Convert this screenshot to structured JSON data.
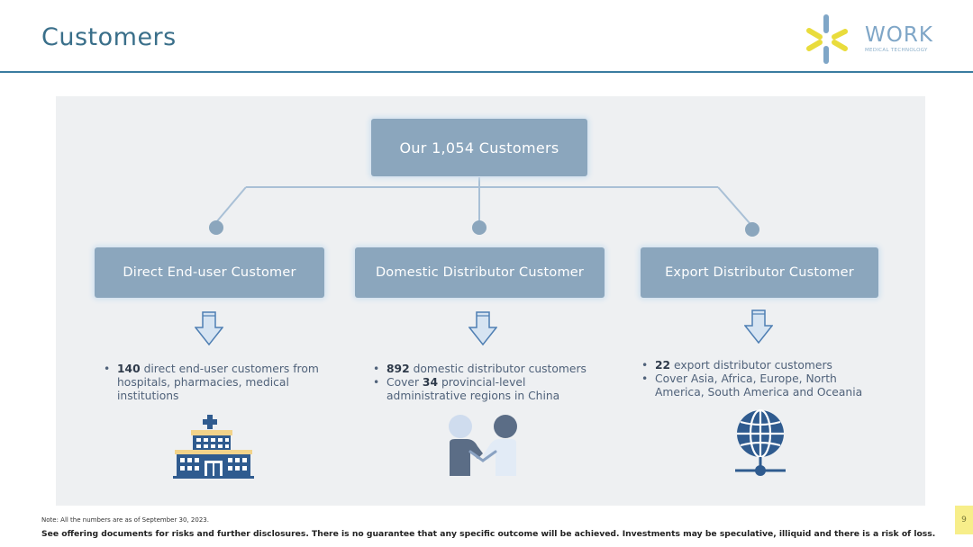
{
  "header": {
    "title": "Customers",
    "logo": {
      "name": "WORK",
      "tagline": "MEDICAL TECHNOLOGY",
      "colors": {
        "yellow": "#e9dc3c",
        "blue": "#7fa6c7"
      }
    }
  },
  "diagram": {
    "root": {
      "label": "Our 1,054 Customers"
    },
    "categories": [
      {
        "label": "Direct End-user Customer",
        "icon": "hospital-icon",
        "bullets": [
          {
            "strong": "140",
            "text": " direct end-user customers from hospitals, pharmacies, medical institutions"
          }
        ]
      },
      {
        "label": "Domestic Distributor Customer",
        "icon": "handshake-icon",
        "bullets": [
          {
            "strong": "892",
            "text": " domestic distributor customers"
          },
          {
            "prefix": "Cover ",
            "strong": "34",
            "text": " provincial-level administrative regions in China"
          }
        ]
      },
      {
        "label": "Export Distributor Customer",
        "icon": "globe-network-icon",
        "bullets": [
          {
            "strong": "22",
            "text": " export distributor customers"
          },
          {
            "prefix": "",
            "strong": "",
            "text": "Cover Asia, Africa, Europe, North America, South America and Oceania"
          }
        ]
      }
    ],
    "colors": {
      "box": "#8ba6bd",
      "panel": "#eef0f2",
      "icon": "#2f5b8f"
    }
  },
  "footer": {
    "note": "Note: All the numbers are as of September 30, 2023.",
    "disclaimer": "See offering documents for risks and further disclosures. There is no guarantee that any specific outcome will be achieved. Investments may be speculative, illiquid and there is a risk of loss.",
    "page_number": "9"
  }
}
